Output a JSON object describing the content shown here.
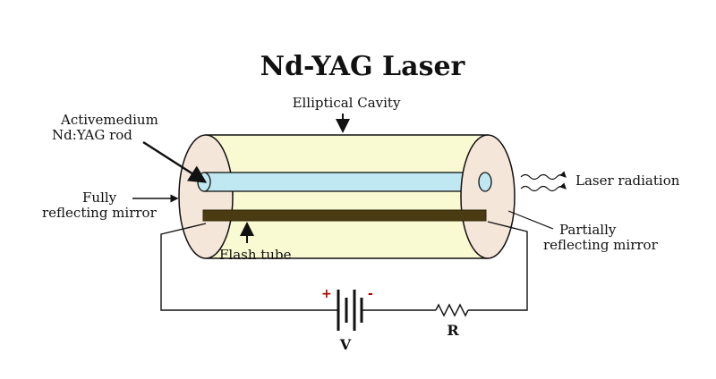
{
  "title": "Nd-YAG  Laser",
  "labels": {
    "cavity": "Elliptical Cavity",
    "active_medium_line1": "Activemedium",
    "active_medium_line2": "Nd:YAG rod",
    "fully_line1": "Fully",
    "fully_line2": "reflecting mirror",
    "flash_tube": "Flash tube",
    "partial_line1": "Partially",
    "partial_line2": "reflecting mirror",
    "laser_radiation": "Laser radiation",
    "battery": "V",
    "resistor": "R",
    "plus": "+",
    "minus": "-"
  },
  "colors": {
    "cavity_fill": "#fafad2",
    "end_cap_fill": "#f5e6da",
    "rod_fill": "#bfe8f2",
    "flash_tube_fill": "#4a3b12",
    "sign_color": "#b00000",
    "line": "#111111"
  },
  "icons": [
    "arrow-icon",
    "battery-icon",
    "resistor-icon",
    "wave-icon"
  ]
}
